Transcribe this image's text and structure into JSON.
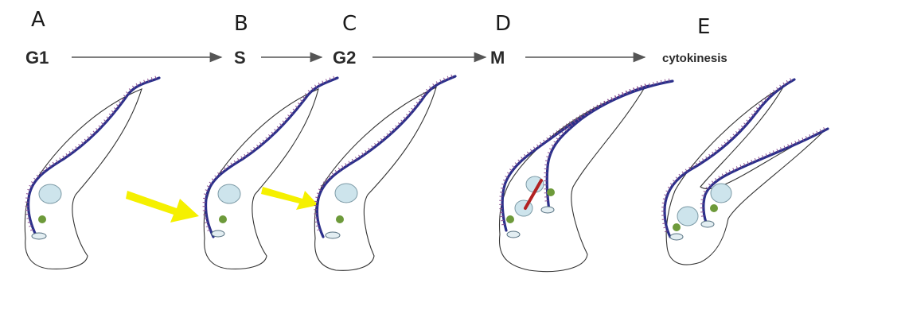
{
  "stages": [
    {
      "letter": "A",
      "phase": "G1"
    },
    {
      "letter": "B",
      "phase": "S"
    },
    {
      "letter": "C",
      "phase": "G2"
    },
    {
      "letter": "D",
      "phase": "M"
    },
    {
      "letter": "E",
      "phase": "cytokinesis"
    }
  ],
  "colors": {
    "flagellum": "#2b2f8a",
    "nucleus": "#cde4ec",
    "kinetoplast": "#6d9a3a",
    "highlight_arrow": "#f5f000",
    "spindle": "#b22222"
  }
}
